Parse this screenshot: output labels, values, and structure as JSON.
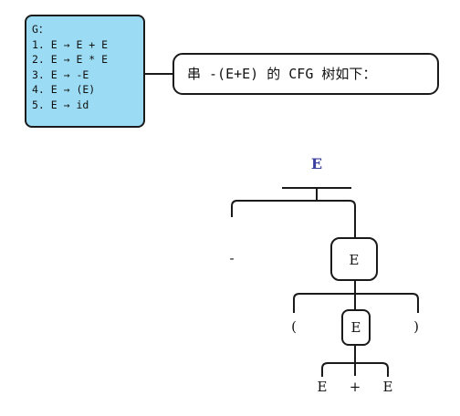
{
  "grammar": {
    "title": "G：",
    "rules": [
      "1. E → E + E",
      "2. E → E * E",
      "3. E → -E",
      "4. E → (E)",
      "5. E → id"
    ]
  },
  "caption": "串 -(E+E) 的 CFG 树如下：",
  "tree": {
    "root": "E",
    "level1": {
      "minus": "-",
      "node": "E"
    },
    "level2": {
      "lparen": "(",
      "node": "E",
      "rparen": ")"
    },
    "level3": {
      "left": "E",
      "op": "+",
      "right": "E"
    }
  },
  "colors": {
    "grammar_bg": "#9bdcf4",
    "root_label": "#3a3fa0",
    "stroke": "#1a1a1a"
  }
}
